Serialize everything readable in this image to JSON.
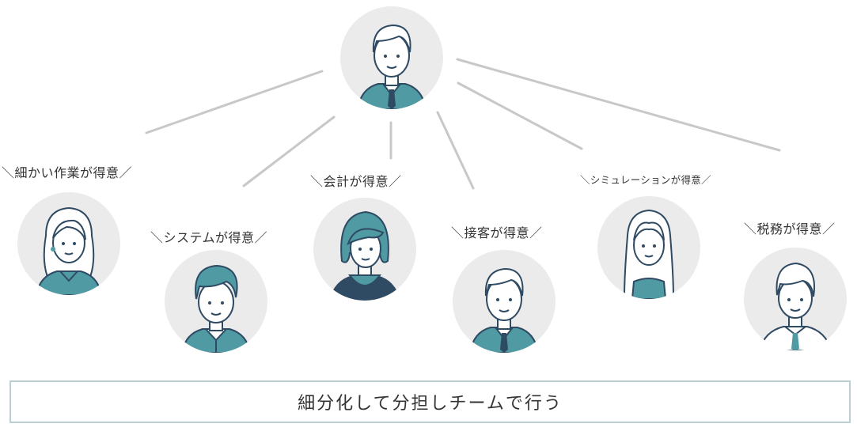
{
  "diagram": {
    "leader": {
      "avatar": "man-in-suit-icon"
    },
    "members": [
      {
        "label": "＼細かい作業が得意／",
        "avatar": "woman-wavy-hair-icon"
      },
      {
        "label": "＼システムが得意／",
        "avatar": "man-teal-hair-icon"
      },
      {
        "label": "＼会計が得意／",
        "avatar": "woman-bob-hair-icon"
      },
      {
        "label": "＼接客が得意／",
        "avatar": "man-in-suit-icon"
      },
      {
        "label": "＼シミュレーションが得意／",
        "avatar": "woman-long-hair-icon"
      },
      {
        "label": "＼税務が得意／",
        "avatar": "young-man-icon"
      }
    ],
    "footer_text": "細分化して分担しチームで行う"
  },
  "colors": {
    "teal": "#4f9aa3",
    "navy": "#2f4a63",
    "avatar_bg": "#ebebeb",
    "line": "#c8c8c8",
    "footer_border": "#b9cfd3"
  }
}
